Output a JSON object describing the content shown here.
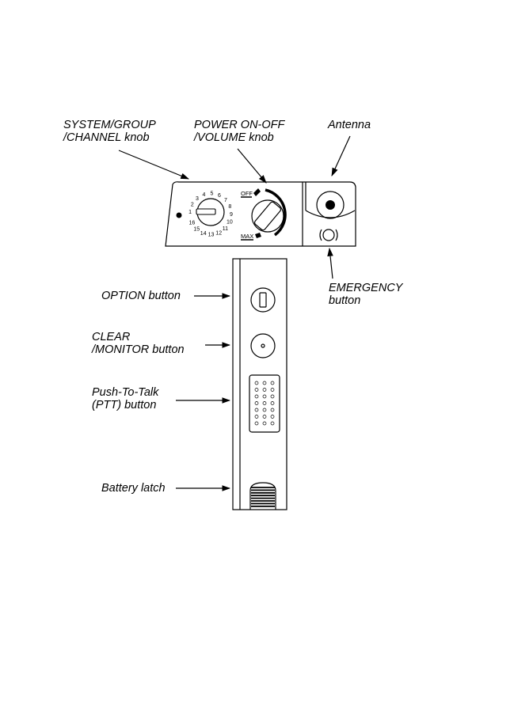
{
  "labels": {
    "system_knob": [
      "SYSTEM/GROUP",
      "/CHANNEL  knob"
    ],
    "power_knob": [
      "POWER  ON-OFF",
      "/VOLUME  knob"
    ],
    "antenna": "Antenna",
    "emergency": [
      "EMERGENCY",
      "button"
    ],
    "option": "OPTION  button",
    "clear_monitor": [
      "CLEAR",
      "/MONITOR  button"
    ],
    "ptt": [
      "Push-To-Talk",
      "(PTT)  button"
    ],
    "battery_latch": "Battery  latch"
  },
  "dial_numbers": [
    "1",
    "2",
    "3",
    "4",
    "5",
    "6",
    "7",
    "8",
    "9",
    "10",
    "11",
    "12",
    "13",
    "14",
    "15",
    "16"
  ],
  "volume_marks": {
    "off": "OFF",
    "max": "MAX"
  }
}
